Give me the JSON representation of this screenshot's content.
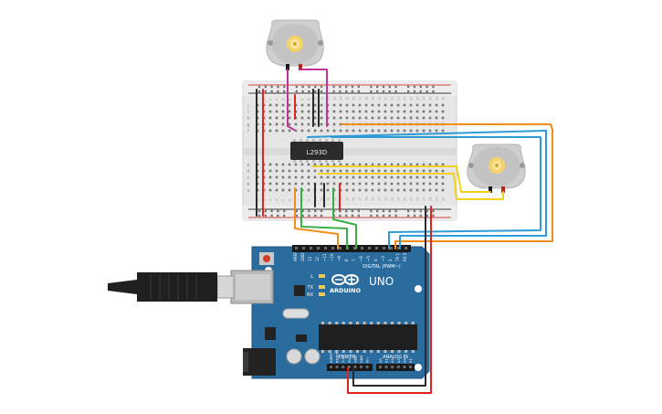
{
  "components": {
    "motor_top": {
      "type": "DC motor"
    },
    "motor_right": {
      "type": "DC motor"
    },
    "breadboard": {
      "rows_top": [
        "j",
        "i",
        "h",
        "g",
        "f"
      ],
      "rows_bottom": [
        "e",
        "d",
        "c",
        "b",
        "a"
      ]
    },
    "driver_chip": {
      "label": "L293D"
    },
    "arduino": {
      "model": "UNO",
      "brand": "ARDUINO",
      "digital_header_label": "DIGITAL (PWM~)",
      "power_label": "POWER",
      "analog_label": "ANALOG IN",
      "pin_labels_digital": [
        "AREF",
        "GND",
        "13",
        "12",
        "~11",
        "~10",
        "~9",
        "8",
        "7",
        "~6",
        "~5",
        "4",
        "~3",
        "2",
        "TX 1",
        "RX 0"
      ],
      "pin_labels_power": [
        "IOREF",
        "RESET",
        "3.3V",
        "5V",
        "GND",
        "GND",
        "Vin"
      ],
      "pin_labels_analog": [
        "A0",
        "A1",
        "A2",
        "A3",
        "A4",
        "A5"
      ],
      "led_labels": [
        "L",
        "TX",
        "RX"
      ]
    },
    "usb_cable": {
      "type": "USB-B"
    }
  },
  "wire_colors": {
    "red": "#e0231f",
    "black": "#2b2b2b",
    "orange": "#f28c1b",
    "green": "#3cae49",
    "blue": "#2d9bd8",
    "yellow": "#f3d116",
    "magenta": "#c2329b"
  },
  "theme": {
    "board_blue": "#2b6c9e",
    "breadboard": "#e9e9e9"
  }
}
